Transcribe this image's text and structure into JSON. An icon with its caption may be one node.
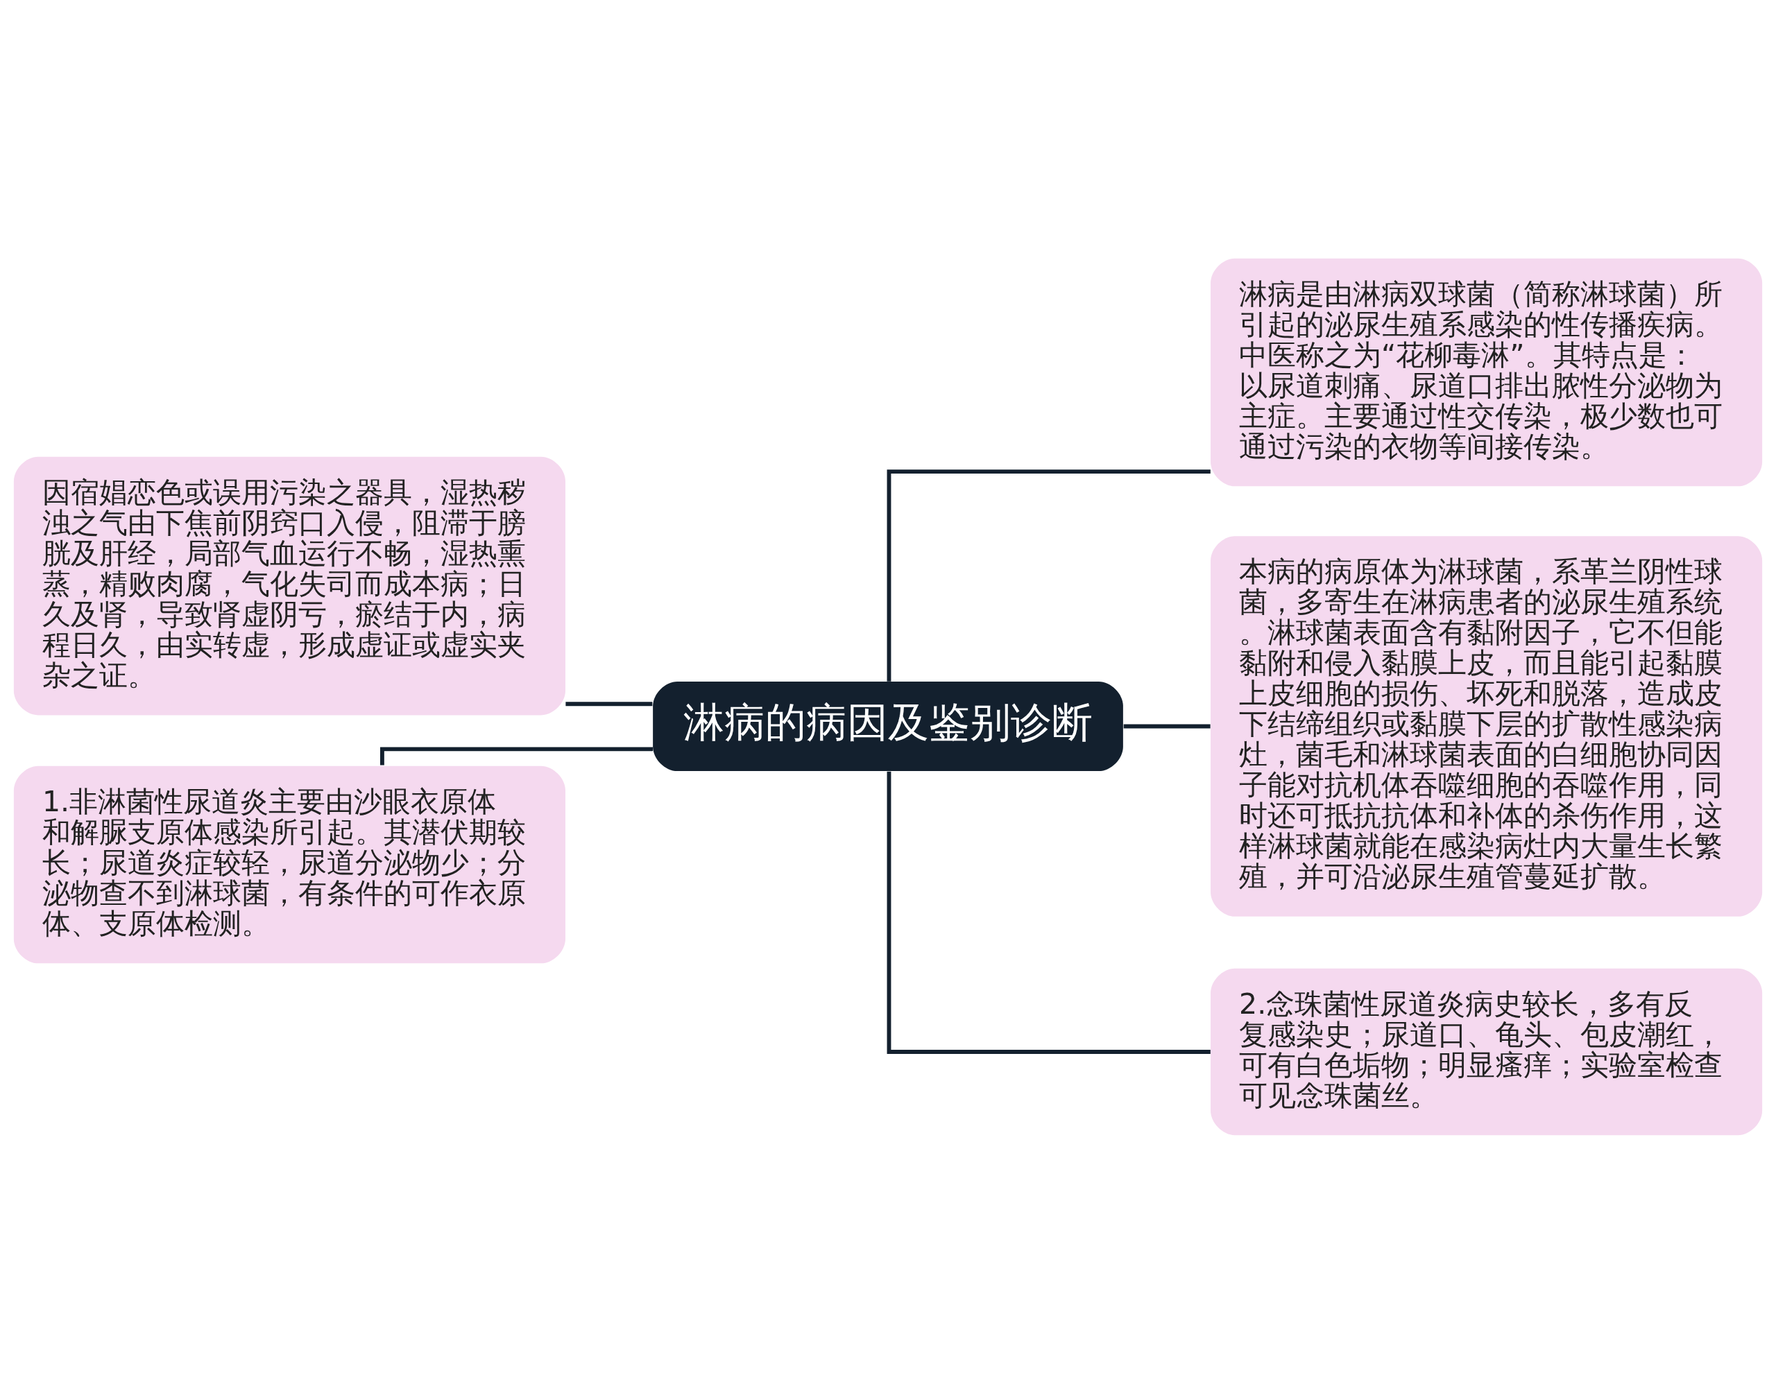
{
  "diagram": {
    "nodes": [
      {
        "text": [
          "淋病的病因及鉴别诊断"
        ]
      },
      {
        "text": [
          "因宿娼恋色或误用污染之器具，湿热秽浊之气由下焦前阴窍口入侵，阻滞于膀胱及肝经，局部气血运行不畅，湿热熏蒸，精败肉腐，气化失司而成本病；日久及肾，导致肾虚阴亏，瘀结于内，病程日久，由实转虚，形成虚证或虚实夹杂之证。"
        ]
      },
      {
        "text": [
          "1.非淋菌性尿道炎主要由沙眼衣原体和解脲支原体感染所引起。其潜伏期较长；尿道炎症较轻，尿道分泌物少；分泌物查不到淋球菌，有条件的可作衣原体、支原体检测。"
        ]
      },
      {
        "text": [
          "淋病是由淋病双球菌（简称淋球菌）所引起的泌尿生殖系感染的性传播疾病。中医称之为“花柳毒淋”。其特点是：以尿道刺痛、尿道口排出脓性分泌物为主症。主要通过性交传染，极少数也可通过污染的衣物等间接传染。"
        ]
      },
      {
        "text": [
          "本病的病原体为淋球菌，系革兰阴性球菌，多寄生在淋病患者的泌尿生殖系统。淋球菌表面含有黏附因子，它不但能黏附和侵入黏膜上皮，而且能引起黏膜上皮细胞的损伤、坏死和脱落，造成皮下结缔组织或黏膜下层的扩散性感染病灶，菌毛和淋球菌表面的白细胞协同因子能对抗机体吞噬细胞的吞噬作用，同时还可抵抗抗体和补体的杀伤作用，这样淋球菌就能在感染病灶内大量生长繁殖，并可沿泌尿生殖管蔓延扩散。"
        ]
      },
      {
        "text": [
          "2.念珠菌性尿道炎病史较长，多有反复感染史；尿道口、龟头、包皮潮红，可有白色垢物；明显瘙痒；实验室检查可见念珠菌丝。"
        ]
      }
    ],
    "edges": [
      {
        "from": 0,
        "to": 1,
        "arrow": "none"
      },
      {
        "from": 0,
        "to": 2,
        "arrow": "none"
      },
      {
        "from": 0,
        "to": 3,
        "arrow": "none"
      },
      {
        "from": 0,
        "to": 4,
        "arrow": "none"
      },
      {
        "from": 0,
        "to": 5,
        "arrow": "none"
      }
    ]
  }
}
